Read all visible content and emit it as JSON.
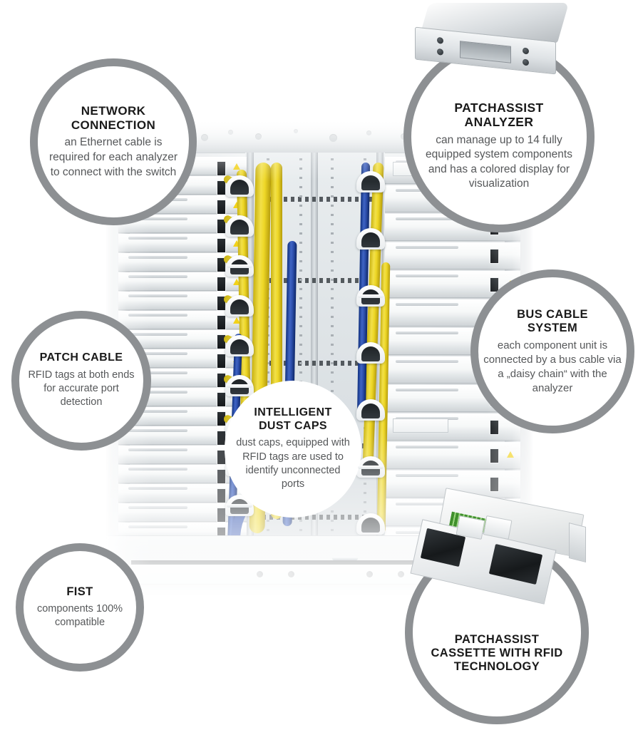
{
  "callouts": [
    {
      "id": "network",
      "title": "NETWORK\nCONNECTION",
      "title_lines": [
        "NETWORK",
        "CONNECTION"
      ],
      "body": "an Ethernet cable is required for each analyzer to connect with the switch",
      "has_ring": true,
      "has_product_photo": false
    },
    {
      "id": "analyzer",
      "title": "PATCHASSIST\nANALYZER",
      "title_lines": [
        "PATCHASSIST",
        "ANALYZER"
      ],
      "body": "can manage up to 14 fully equipped system components and has a colored display for visualization",
      "has_ring": true,
      "has_product_photo": true,
      "product_photo_name": "patchassist-analyzer-device"
    },
    {
      "id": "bus",
      "title": "BUS CABLE\nSYSTEM",
      "title_lines": [
        "BUS CABLE",
        "SYSTEM"
      ],
      "body": "each component unit is connected by a bus cable via a „daisy chain“ with the analyzer",
      "has_ring": true,
      "has_product_photo": false
    },
    {
      "id": "patch",
      "title": "PATCH CABLE",
      "title_lines": [
        "PATCH CABLE"
      ],
      "body": "RFID tags at both ends for accurate port detection",
      "has_ring": true,
      "has_product_photo": false
    },
    {
      "id": "dust",
      "title": "INTELLIGENT\nDUST CAPS",
      "title_lines": [
        "INTELLIGENT",
        "DUST CAPS"
      ],
      "body": "dust caps, equipped with RFID tags are used to identify unconnected ports",
      "has_ring": false,
      "has_product_photo": false
    },
    {
      "id": "fist",
      "title": "FIST",
      "title_lines": [
        "FIST"
      ],
      "body": "components 100% compatible",
      "has_ring": true,
      "has_product_photo": false
    },
    {
      "id": "cassette",
      "title": "PATCHASSIST\nCASSETTE WITH RFID\nTECHNOLOGY",
      "title_lines": [
        "PATCHASSIST",
        "CASSETTE WITH RFID",
        "TECHNOLOGY"
      ],
      "body": "",
      "has_ring": true,
      "has_product_photo": true,
      "product_photo_name": "patchassist-cassette-rfid"
    }
  ],
  "background": {
    "subject": "fiber optic distribution cabinet with stacked patch cassette trays",
    "elements": [
      "left tray stack",
      "right tray stack",
      "center cable management bay",
      "yellow fiber bundles",
      "blue fiber bundles",
      "white dust cap cable guides",
      "cabinet base plinth"
    ]
  },
  "colors": {
    "ring": "#8d9093",
    "title_text": "#1a1a1a",
    "body_text": "#56585a",
    "bubble_fill": "#ffffff",
    "page_background": "#ffffff",
    "fiber_yellow": "#eed726",
    "fiber_blue": "#2e50ae",
    "warning_yellow": "#f2d21a",
    "cabinet_light": "#eceff1"
  }
}
